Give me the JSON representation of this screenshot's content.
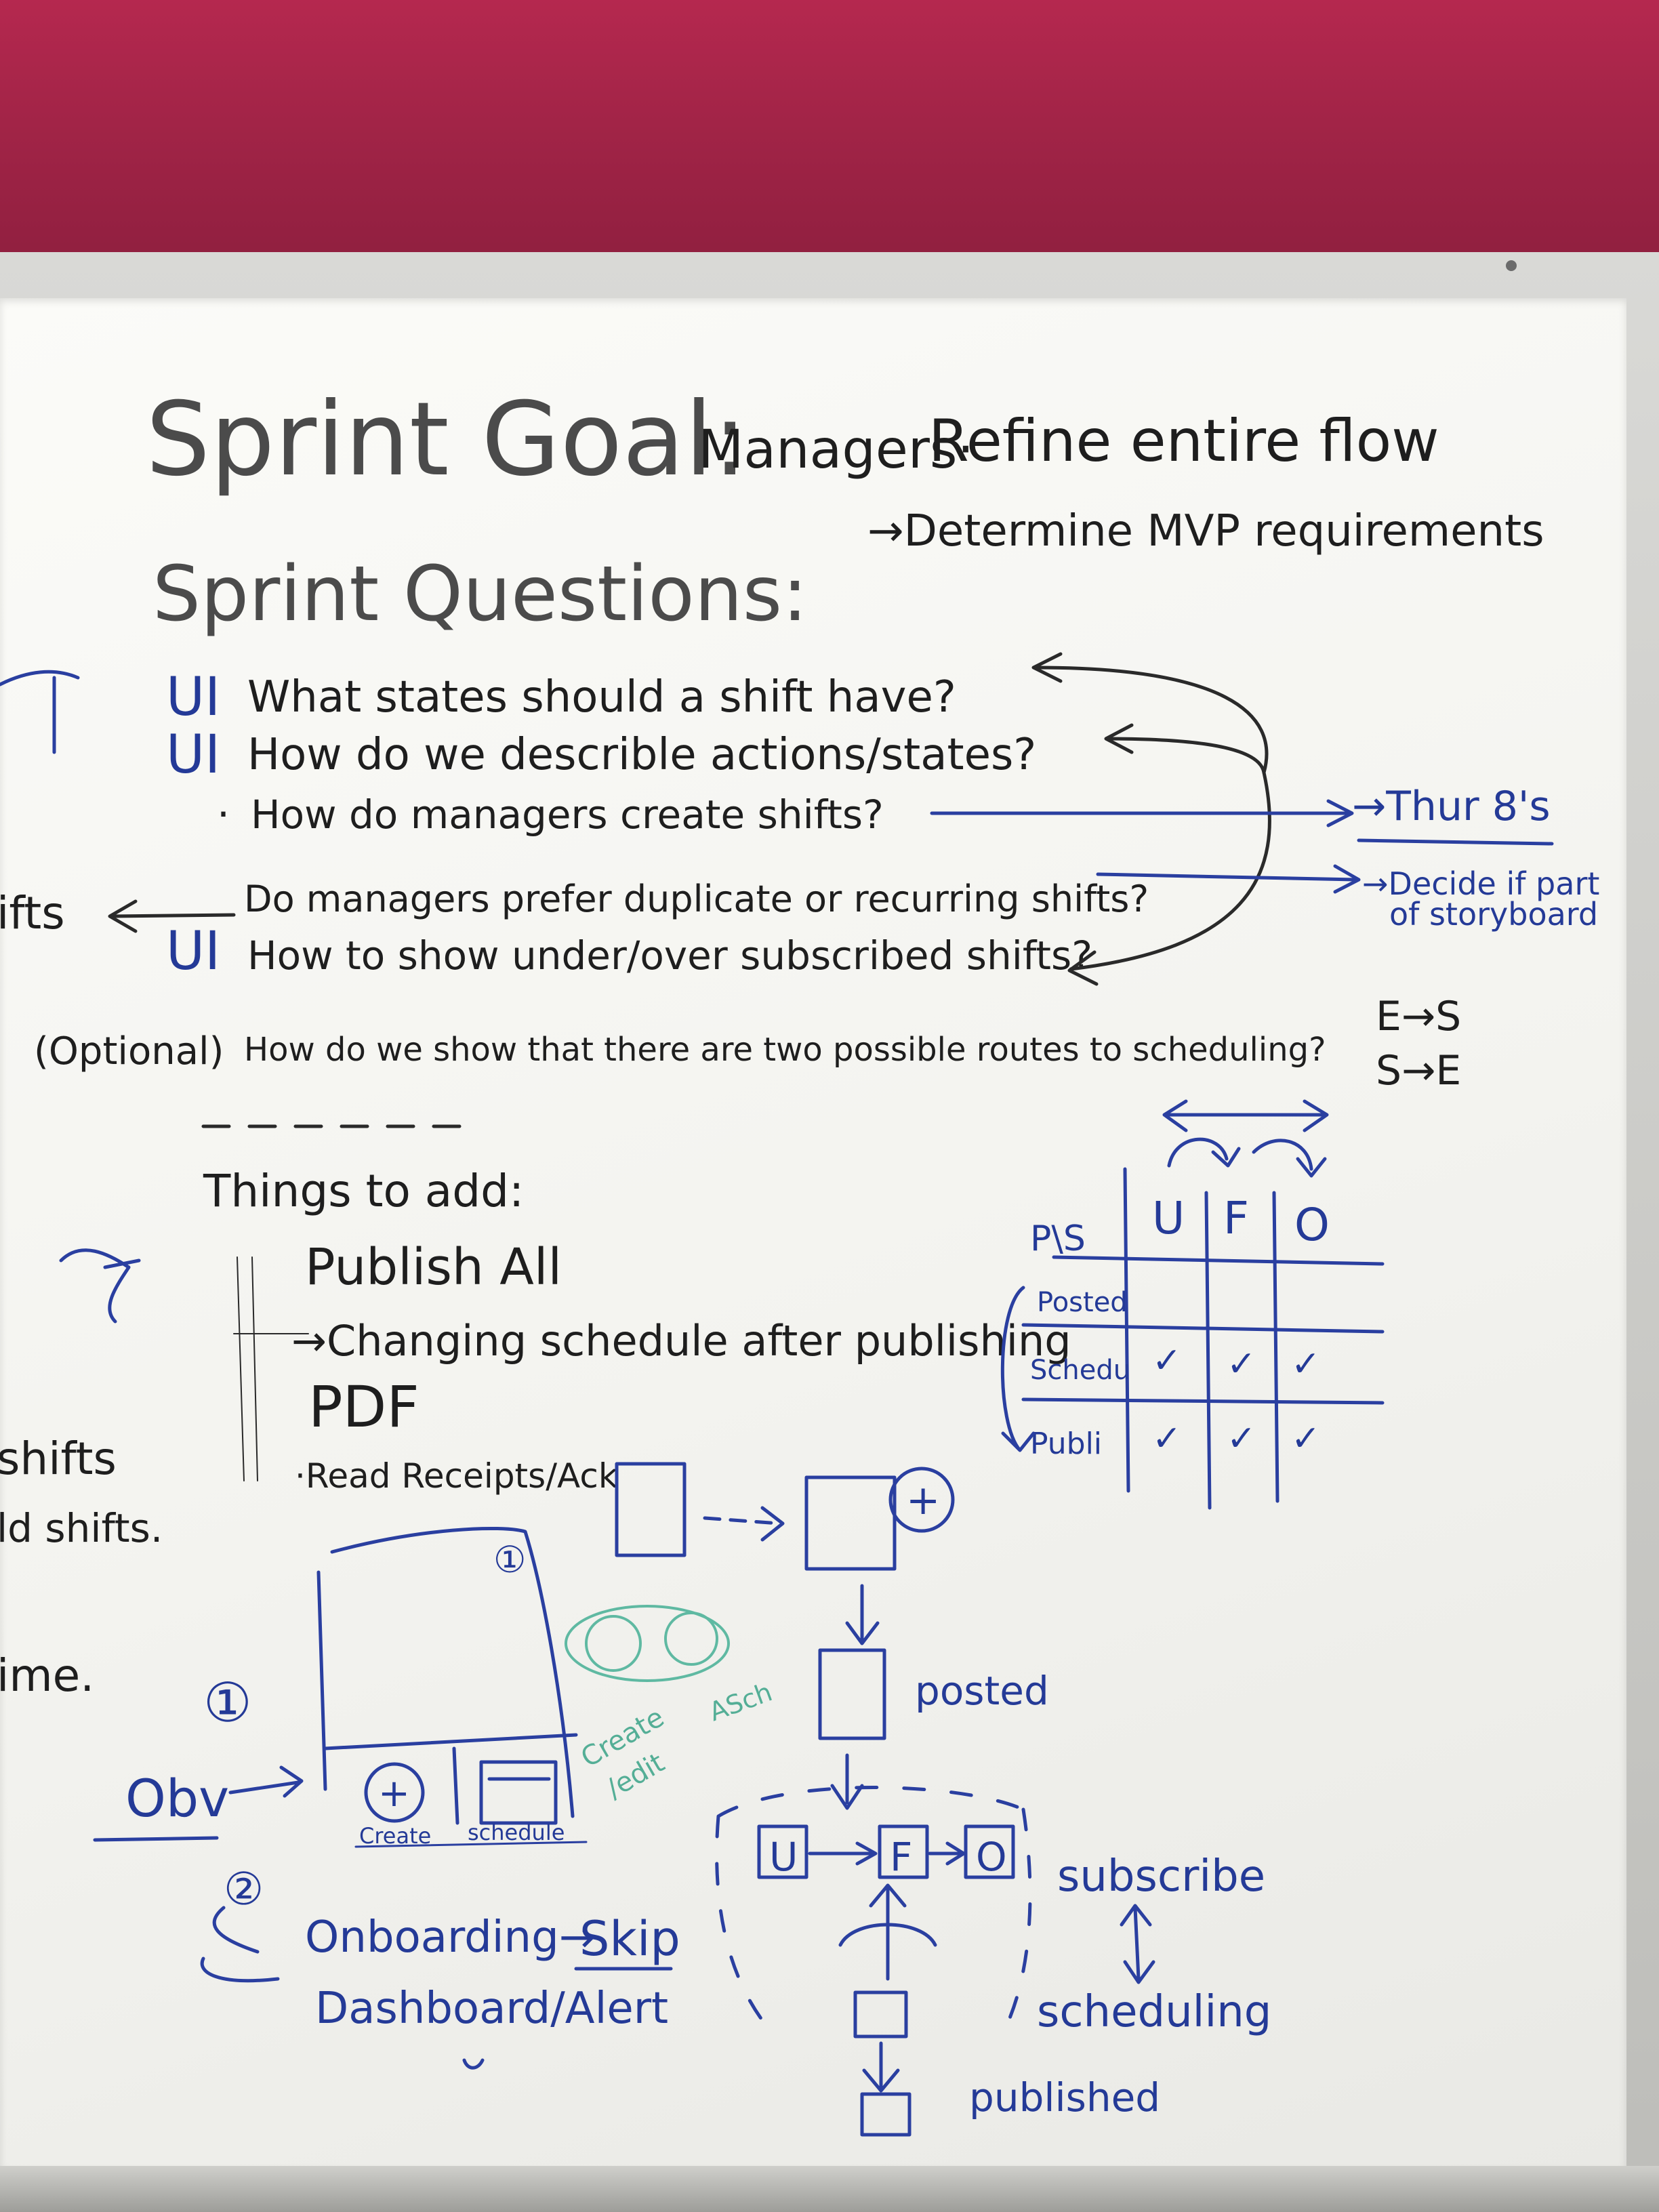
{
  "title": {
    "main": "Sprint Goal:",
    "managers": "Managers·",
    "goal": "Refine entire flow",
    "sub": "→Determine MVP requirements"
  },
  "questions": {
    "heading": "Sprint Questions:",
    "items": [
      {
        "tag": "UI",
        "text": "What states should a shift have?"
      },
      {
        "tag": "UI",
        "text": "How do we describle actions/states?"
      },
      {
        "tag": "·",
        "text": "How do managers create shifts?"
      },
      {
        "tag": "",
        "text": "Do managers prefer duplicate or recurring shifts?"
      },
      {
        "tag": "UI",
        "text": "How to show under/over subscribed shifts?"
      },
      {
        "tag": "(Optional)",
        "text": "How do we show that there are two possible routes to scheduling?"
      }
    ],
    "notes": {
      "thur": "→Thur 8's",
      "decide_line1": "→Decide if part",
      "decide_line2": "of storyboard",
      "routes_1": "E→S",
      "routes_2": "S→E"
    }
  },
  "left_fragments": [
    "ifts",
    "shifts",
    "ld shifts.",
    "ime."
  ],
  "things": {
    "heading": "Things to add:",
    "items": [
      "Publish All",
      "→Changing schedule after publishing",
      "PDF",
      "·Read Receipts/Ack"
    ]
  },
  "grid": {
    "corner": "P\\S",
    "cols": [
      "U",
      "F",
      "O"
    ],
    "rows": [
      "Posted",
      "Schedu",
      "Publi"
    ],
    "checks": [
      [
        "",
        "",
        ""
      ],
      [
        "✓",
        "✓",
        "✓"
      ],
      [
        "✓",
        "✓",
        "✓"
      ]
    ]
  },
  "flow": {
    "plus_label": "+",
    "posted": "posted",
    "states": [
      "U",
      "F",
      "O"
    ],
    "subscribe": "subscribe",
    "scheduling": "scheduling",
    "published": "published"
  },
  "sketch": {
    "marker": "①",
    "obv": "Obv",
    "create": "Create",
    "schedule": "schedule",
    "green_1": "Create",
    "green_2": "/edit",
    "green_3": "ASch",
    "step2": "②",
    "onboarding": "Onboarding→",
    "skip": "Skip",
    "dashboard": "Dashboard/Alert"
  },
  "colors": {
    "wall": "#a22447",
    "board": "#f6f6f2",
    "ink_black": "#1e1e1e",
    "ink_blue": "#243a97",
    "ink_green": "#54ae96"
  }
}
